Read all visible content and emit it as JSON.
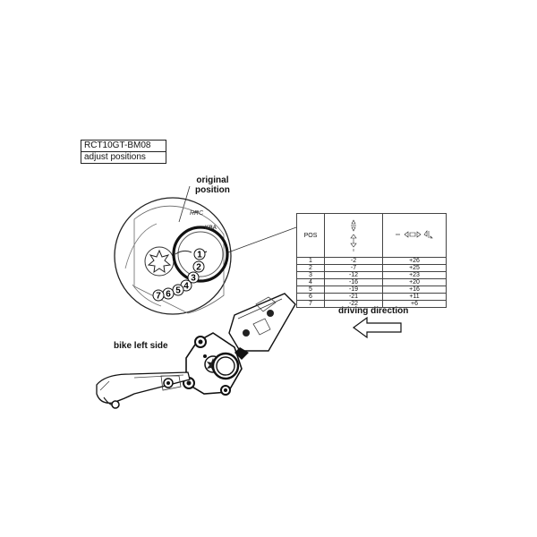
{
  "label_box": {
    "code": "RCT10GT-BM08",
    "subtitle": "adjust positions"
  },
  "annotations": {
    "original_position": "original\nposition",
    "bike_left_side": "bike left side",
    "driving_direction": "driving direction"
  },
  "table": {
    "header_pos": "POS",
    "rows": [
      {
        "pos": "1",
        "vertical": "-2",
        "horizontal": "+26"
      },
      {
        "pos": "2",
        "vertical": "-7",
        "horizontal": "+25"
      },
      {
        "pos": "3",
        "vertical": "-12",
        "horizontal": "+23"
      },
      {
        "pos": "4",
        "vertical": "-16",
        "horizontal": "+20"
      },
      {
        "pos": "5",
        "vertical": "-19",
        "horizontal": "+16"
      },
      {
        "pos": "6",
        "vertical": "-21",
        "horizontal": "+11"
      },
      {
        "pos": "7",
        "vertical": "-22",
        "horizontal": "+6"
      }
    ]
  },
  "position_numbers": [
    "1",
    "2",
    "3",
    "4",
    "5",
    "6",
    "7"
  ],
  "brand_marks": {
    "logo": "RRC",
    "text": "KBA"
  },
  "icons": [
    "vertical-arrows-icon",
    "horizontal-arrows-icon",
    "direction-arrow-icon"
  ]
}
